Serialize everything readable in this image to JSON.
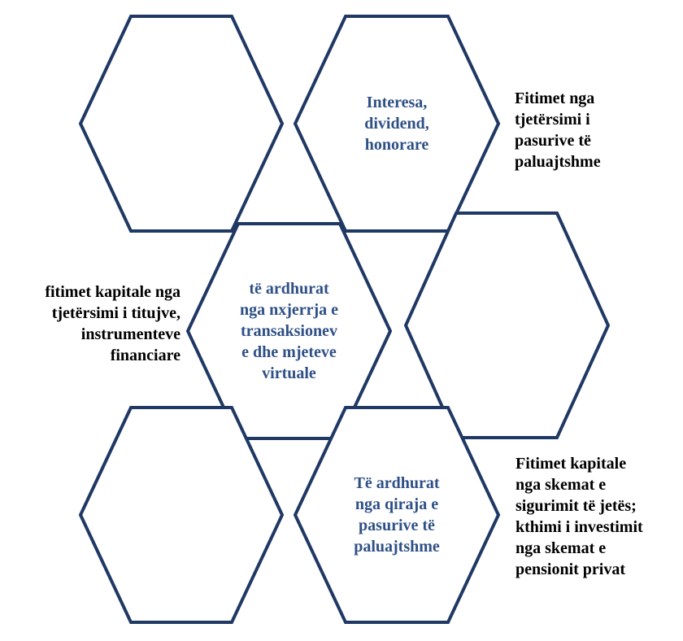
{
  "hexagons": {
    "top_left": "",
    "top_right": "Interesa,\ndividend,\nhonorare",
    "middle_left": "të ardhurat\nnga nxjerrja e\ntransaksionev\ne dhe mjeteve\nvirtuale",
    "middle_right": "",
    "bottom_left": "",
    "bottom_right": "Të ardhurat\nnga qiraja e\npasurive të\npaluajtshme"
  },
  "labels": {
    "top_right": "Fitimet nga\ntjetërsimi i\npasurive të\npaluajtshme",
    "middle_left": "fitimet kapitale nga\ntjetërsimi i titujve,\ninstrumenteve\nfinanciare",
    "bottom_right": "Fitimet kapitale\nnga skemat e\nsigurimit të jetës;\nkthimi i investimit\nnga skemat e\npensionit privat"
  },
  "colors": {
    "hexagon_outline": "#1f3864",
    "hexagon_text": "#2e5086",
    "label_text": "#000000"
  }
}
